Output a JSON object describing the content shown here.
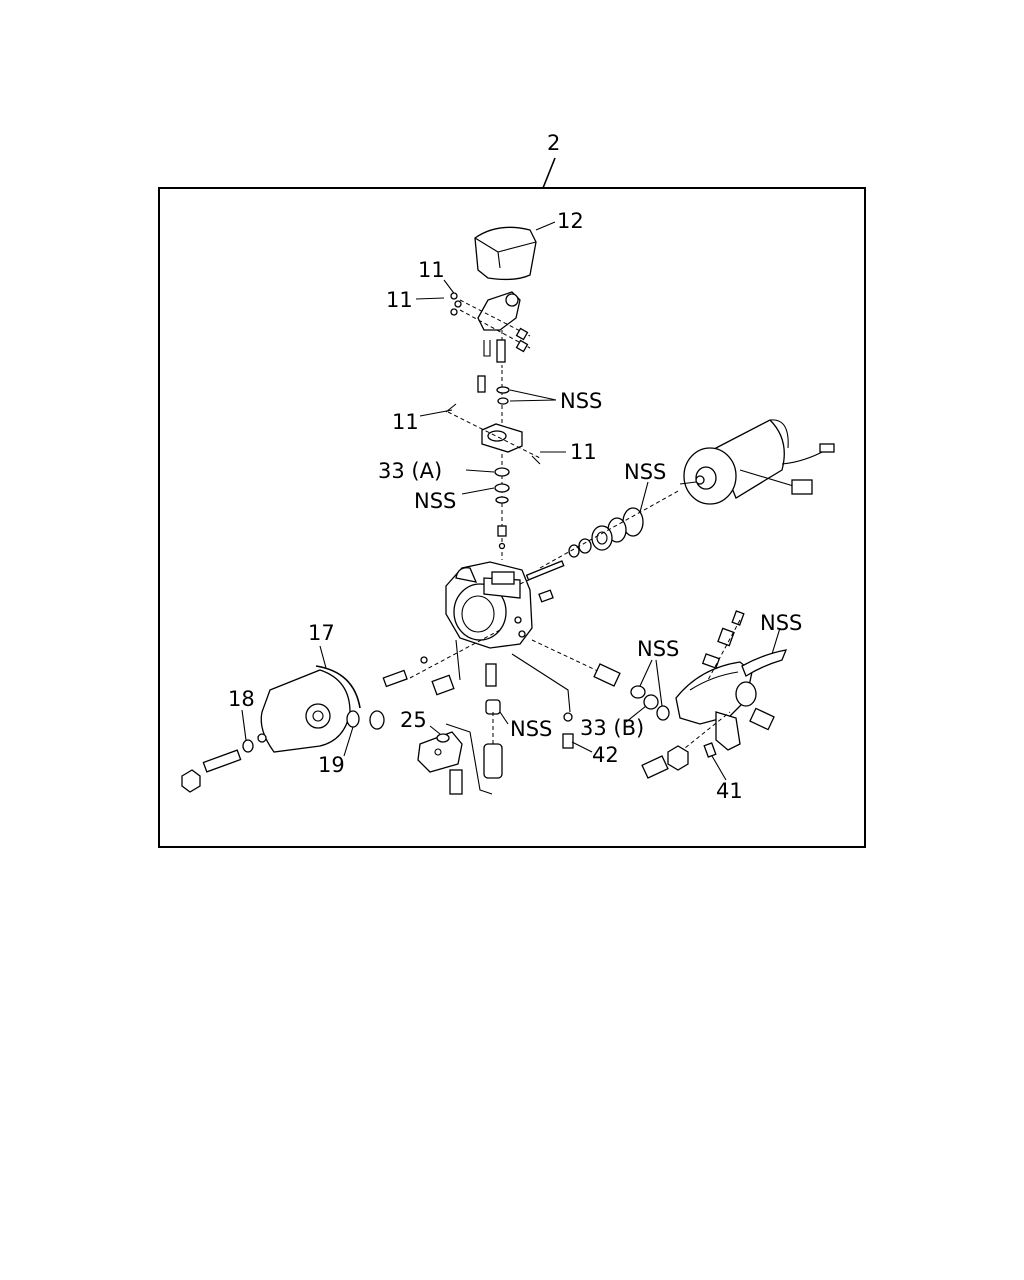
{
  "assembly": {
    "label": "2"
  },
  "callouts": {
    "c12": "12",
    "c11a": "11",
    "c11b": "11",
    "c11c": "11",
    "c11d": "11",
    "nss_top": "NSS",
    "c33a": "33 (A)",
    "nss_mid": "NSS",
    "nss_right": "NSS",
    "c17": "17",
    "c18": "18",
    "c19": "19",
    "c25": "25",
    "nss_bottom": "NSS",
    "nss_lower_right": "NSS",
    "nss_far_right": "NSS",
    "c33b": "33 (B)",
    "c42": "42",
    "c41": "41"
  }
}
